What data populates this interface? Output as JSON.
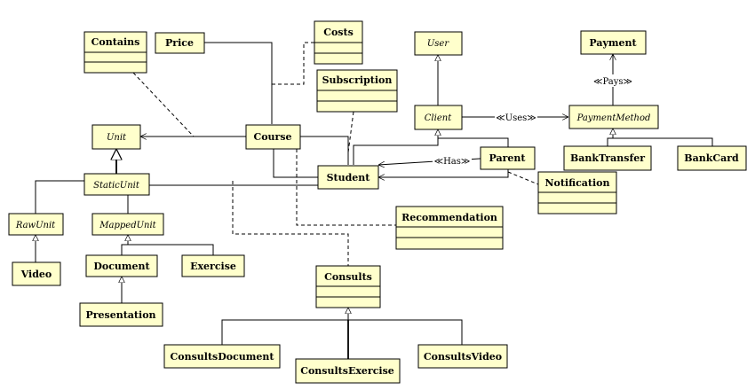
{
  "colors": {
    "box_fill": "#ffffcc",
    "stroke": "#000000",
    "text": "#000000",
    "background": "#ffffff"
  },
  "classes": {
    "contains": "Contains",
    "price": "Price",
    "costs": "Costs",
    "user": "User",
    "payment": "Payment",
    "subscription": "Subscription",
    "client": "Client",
    "payment_method": "PaymentMethod",
    "unit": "Unit",
    "course": "Course",
    "parent": "Parent",
    "bank_transfer": "BankTransfer",
    "bank_card": "BankCard",
    "static_unit": "StaticUnit",
    "student": "Student",
    "notification": "Notification",
    "raw_unit": "RawUnit",
    "mapped_unit": "MappedUnit",
    "recommendation": "Recommendation",
    "video": "Video",
    "document": "Document",
    "exercise": "Exercise",
    "consults": "Consults",
    "presentation": "Presentation",
    "consults_document": "ConsultsDocument",
    "consults_exercise": "ConsultsExercise",
    "consults_video": "ConsultsVideo"
  },
  "edge_labels": {
    "pays": "≪Pays≫",
    "uses": "≪Uses≫",
    "has": "≪Has≫"
  }
}
